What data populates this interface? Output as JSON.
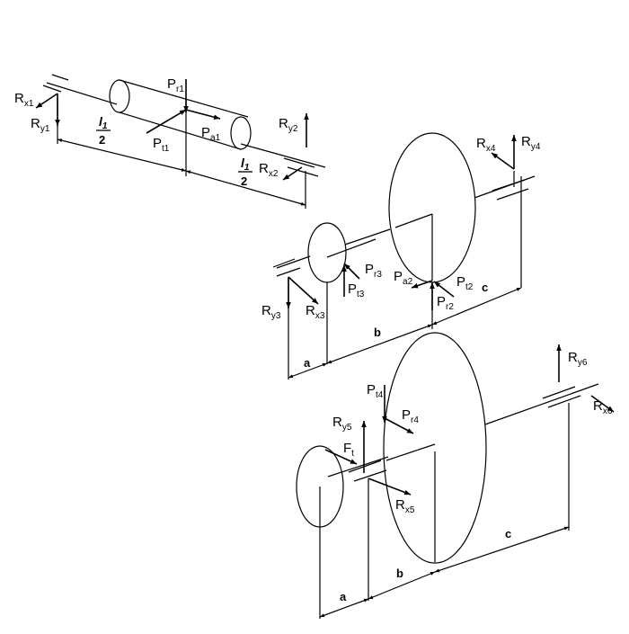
{
  "labels": {
    "rx1": {
      "main": "R",
      "sub": "x1"
    },
    "ry1": {
      "main": "R",
      "sub": "y1"
    },
    "pr1": {
      "main": "P",
      "sub": "r1"
    },
    "pt1": {
      "main": "P",
      "sub": "t1"
    },
    "pa1": {
      "main": "P",
      "sub": "a1"
    },
    "ry2": {
      "main": "R",
      "sub": "y2"
    },
    "rx2": {
      "main": "R",
      "sub": "x2"
    },
    "l1_num": {
      "main": "l",
      "sub": "1"
    },
    "l1_den": "2",
    "l2_num": {
      "main": "l",
      "sub": "1"
    },
    "l2_den": "2",
    "rx4": {
      "main": "R",
      "sub": "x4"
    },
    "ry4": {
      "main": "R",
      "sub": "y4"
    },
    "pr3": {
      "main": "P",
      "sub": "r3"
    },
    "pt3": {
      "main": "P",
      "sub": "t3"
    },
    "pa2": {
      "main": "P",
      "sub": "a2"
    },
    "pt2": {
      "main": "P",
      "sub": "t2"
    },
    "pr2": {
      "main": "P",
      "sub": "r2"
    },
    "ry3": {
      "main": "R",
      "sub": "y3"
    },
    "rx3": {
      "main": "R",
      "sub": "x3"
    },
    "dim_c1": "c",
    "dim_b1": "b",
    "dim_a1": "a",
    "ry6": {
      "main": "R",
      "sub": "y6"
    },
    "rx6": {
      "main": "R",
      "sub": "x6"
    },
    "pt4": {
      "main": "P",
      "sub": "t4"
    },
    "pr4": {
      "main": "P",
      "sub": "r4"
    },
    "ry5": {
      "main": "R",
      "sub": "y5"
    },
    "ft": {
      "main": "F",
      "sub": "t"
    },
    "rx5": {
      "main": "R",
      "sub": "x5"
    },
    "dim_c2": "c",
    "dim_b2": "b",
    "dim_a2": "a"
  }
}
